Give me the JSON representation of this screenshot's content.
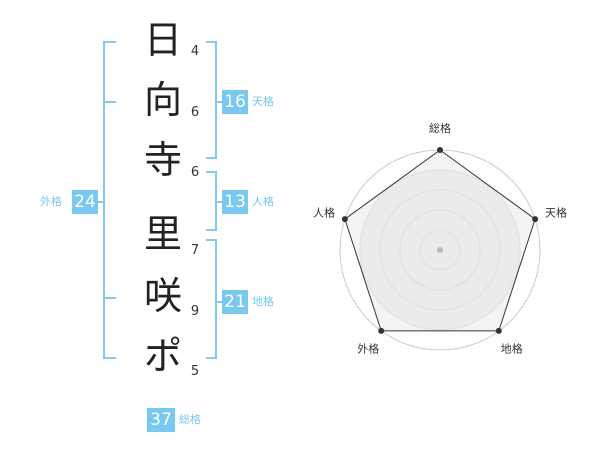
{
  "name": {
    "surname": [
      {
        "char": "日",
        "strokes": "4"
      },
      {
        "char": "向",
        "strokes": "6"
      },
      {
        "char": "寺",
        "strokes": "6"
      }
    ],
    "given": [
      {
        "char": "里",
        "strokes": "7"
      },
      {
        "char": "咲",
        "strokes": "9"
      },
      {
        "char": "ポ",
        "strokes": "5"
      }
    ]
  },
  "scores": {
    "tenkaku": {
      "value": "16",
      "label": "天格"
    },
    "jinkaku": {
      "value": "13",
      "label": "人格"
    },
    "chikaku": {
      "value": "21",
      "label": "地格"
    },
    "gaikaku": {
      "value": "24",
      "label": "外格"
    },
    "soukaku": {
      "value": "37",
      "label": "総格"
    }
  },
  "radar": {
    "axes": [
      "総格",
      "天格",
      "地格",
      "外格",
      "人格"
    ],
    "levels": 5,
    "values": [
      5,
      5,
      5,
      5,
      5
    ],
    "colors": {
      "fill": "#ebebeb",
      "ring": "#cccccc",
      "outline": "#333333",
      "point": "#333333",
      "center": "#bbbbbb"
    }
  },
  "colors": {
    "accent": "#78c8f0",
    "bracket": "#86c9ee"
  }
}
